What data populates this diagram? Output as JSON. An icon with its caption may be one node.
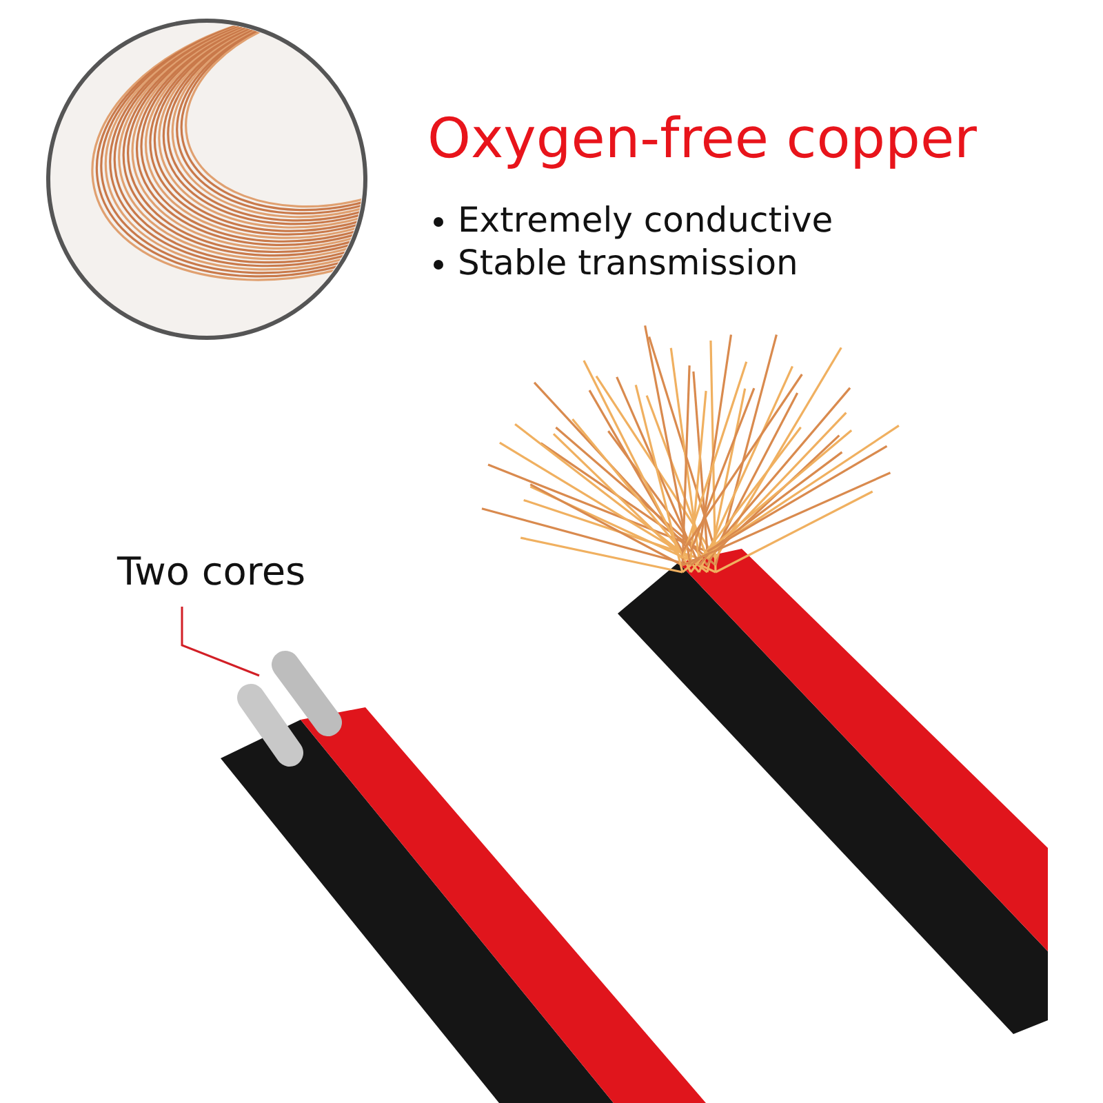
{
  "diagram": {
    "title": "Oxygen-free copper",
    "nodes": [
      {
        "text": [
          "Two cores"
        ]
      },
      {
        "text": [],
        "shape": "picture"
      }
    ],
    "edges": [
      {
        "from": 0,
        "to": 1,
        "arrow": "none"
      }
    ],
    "labels": [
      "Extremely conductive",
      "Stable transmission"
    ]
  }
}
